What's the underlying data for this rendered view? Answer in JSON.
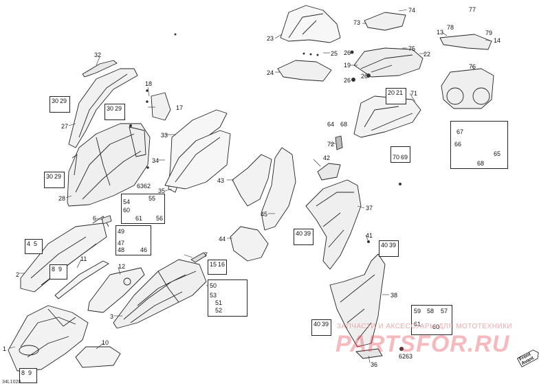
{
  "diagram": {
    "reference_code": "34L1020",
    "watermark": {
      "line1": "ЗАПЧАСТИ И АКСЕССУАРЫ ДЛЯ МОТОТЕХНИКИ",
      "line2": "PARTSFOR.RU"
    },
    "front_badge": {
      "line1": "Front",
      "line2": "Avant"
    },
    "callouts": {
      "c1": "1",
      "c2": "2",
      "c3": "3",
      "c6": "6",
      "c7": "7",
      "c10": "10",
      "c11": "11",
      "c12": "12",
      "c13": "13",
      "c14": "14",
      "c17": "17",
      "c18": "18",
      "c19": "19",
      "c22": "22",
      "c23": "23",
      "c24": "24",
      "c25": "25",
      "c26a": "26",
      "c26b": "26",
      "c26c": "26",
      "c27": "27",
      "c28": "28",
      "c32": "32",
      "c33": "33",
      "c34": "34",
      "c35": "35",
      "c36": "36",
      "c37": "37",
      "c38": "38",
      "c41": "41",
      "c42": "42",
      "c43": "43",
      "c44": "44",
      "c45": "45",
      "c6362": "6362",
      "c7x": "7",
      "c64": "64",
      "c68": "68",
      "c71": "71",
      "c72": "72",
      "c73": "73",
      "c74": "74",
      "c75": "75",
      "c76": "76",
      "c77": "77",
      "c78": "78",
      "c79": "79",
      "c6263": "6263"
    },
    "boxes": {
      "b45": {
        "a": "4",
        "b": "5"
      },
      "b89a": {
        "a": "8",
        "b": "9"
      },
      "b89b": {
        "a": "8",
        "b": "9"
      },
      "b3029a": {
        "a": "30",
        "b": "29"
      },
      "b3029b": {
        "a": "30",
        "b": "29"
      },
      "b3029c": {
        "a": "30",
        "b": "29"
      },
      "b1516": {
        "a": "15",
        "b": "16"
      },
      "b4039a": {
        "a": "40",
        "b": "39"
      },
      "b4039b": {
        "a": "40",
        "b": "39"
      },
      "b4039c": {
        "a": "40",
        "b": "39"
      },
      "b2021": {
        "a": "20",
        "b": "21"
      },
      "b7069": {
        "a": "70",
        "b": "69"
      },
      "b5455": {
        "a": "54",
        "b": "55",
        "c": "60",
        "d": "61",
        "e": "56"
      },
      "b4946": {
        "a": "49",
        "b": "47",
        "c": "48",
        "d": "46"
      },
      "b5053": {
        "a": "50",
        "b": "53",
        "c": "51",
        "d": "52"
      },
      "b5960": {
        "a": "59",
        "b": "58",
        "c": "57",
        "d": "61",
        "e": "60"
      },
      "b6765": {
        "a": "67",
        "b": "66",
        "c": "68",
        "d": "65"
      }
    }
  }
}
